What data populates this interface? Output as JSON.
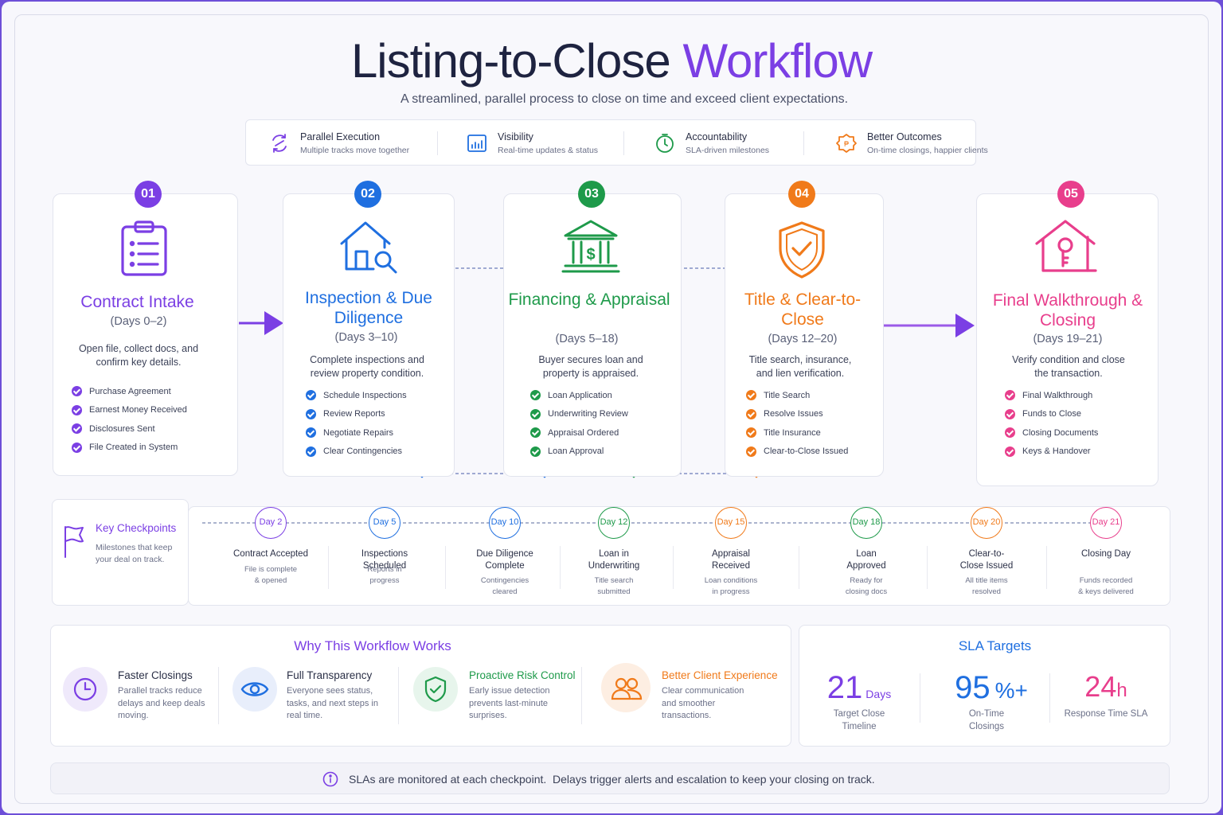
{
  "header": {
    "title_main": "Listing-to-Close ",
    "title_accent": "Workflow",
    "subtitle": "A streamlined, parallel process to close on time and exceed client expectations."
  },
  "benefits": [
    {
      "title": "Parallel Execution",
      "subtitle": "Multiple tracks move together",
      "icon": "parallel-arrows-icon"
    },
    {
      "title": "Visibility",
      "subtitle": "Real-time updates & status",
      "icon": "bar-chart-icon"
    },
    {
      "title": "Accountability",
      "subtitle": "SLA-driven milestones",
      "icon": "timer-icon"
    },
    {
      "title": "Better Outcomes",
      "subtitle": "On-time closings, happier clients",
      "icon": "badge-icon"
    }
  ],
  "stages": [
    {
      "num": "01",
      "title": "Contract Intake",
      "days": "(Days 0–2)",
      "desc": "Open file, collect docs, and confirm key details.",
      "color": "#7b3fe4",
      "icon": "clipboard-icon",
      "checks": [
        "Purchase Agreement",
        "Earnest Money Received",
        "Disclosures Sent",
        "File Created in System"
      ]
    },
    {
      "num": "02",
      "title": "Inspection & Due Diligence",
      "days": "(Days 3–10)",
      "desc": "Complete inspections and review property condition.",
      "color": "#1f6fe0",
      "icon": "house-search-icon",
      "checks": [
        "Schedule Inspections",
        "Review Reports",
        "Negotiate Repairs",
        "Clear Contingencies"
      ]
    },
    {
      "num": "03",
      "title": "Financing & Appraisal",
      "days": "(Days 5–18)",
      "desc": "Buyer secures loan and property is appraised.",
      "color": "#1e9a4a",
      "icon": "bank-icon",
      "checks": [
        "Loan Application",
        "Underwriting Review",
        "Appraisal Ordered",
        "Loan Approval"
      ]
    },
    {
      "num": "04",
      "title": "Title & Clear-to-Close",
      "days": "(Days 12–20)",
      "desc": "Title search, insurance, and lien verification.",
      "color": "#f07a1a",
      "icon": "shield-check-icon",
      "checks": [
        "Title Search",
        "Resolve Issues",
        "Title Insurance",
        "Clear-to-Close Issued"
      ]
    },
    {
      "num": "05",
      "title": "Final Walkthrough & Closing",
      "days": "(Days 19–21)",
      "desc": "Verify condition and close the transaction.",
      "color": "#e83e8c",
      "icon": "house-key-icon",
      "checks": [
        "Final Walkthrough",
        "Funds to Close",
        "Closing Documents",
        "Keys & Handover"
      ]
    }
  ],
  "checkpoints_header": {
    "title": "Key Checkpoints",
    "desc": "Milestones that keep your deal on track."
  },
  "checkpoints": [
    {
      "day": "Day 2",
      "title": "Contract Accepted",
      "desc": "File is complete & opened",
      "color": "#7b3fe4"
    },
    {
      "day": "Day 5",
      "title": "Inspections Scheduled",
      "desc": "Reports in progress",
      "color": "#1f6fe0"
    },
    {
      "day": "Day 10",
      "title": "Due Diligence Complete",
      "desc": "Contingencies cleared",
      "color": "#1f6fe0"
    },
    {
      "day": "Day 12",
      "title": "Loan in Underwriting",
      "desc": "Title search submitted",
      "color": "#1e9a4a"
    },
    {
      "day": "Day 15",
      "title": "Appraisal Received",
      "desc": "Loan conditions in progress",
      "color": "#f07a1a"
    },
    {
      "day": "Day 18",
      "title": "Loan Approved",
      "desc": "Ready for closing docs",
      "color": "#1e9a4a"
    },
    {
      "day": "Day 20",
      "title": "Clear-to-Close Issued",
      "desc": "All title items resolved",
      "color": "#f07a1a"
    },
    {
      "day": "Day 21",
      "title": "Closing Day",
      "desc": "Funds recorded & keys delivered",
      "color": "#e83e8c"
    }
  ],
  "why": {
    "title": "Why This Workflow Works",
    "items": [
      {
        "title": "Faster Closings",
        "desc": "Parallel tracks reduce delays and keep deals moving.",
        "color": "#7b3fe4",
        "icon": "clock-icon"
      },
      {
        "title": "Full Transparency",
        "desc": "Everyone sees status, tasks, and next steps in real time.",
        "color": "#1f6fe0",
        "icon": "eye-icon"
      },
      {
        "title": "Proactive Risk Control",
        "desc": "Early issue detection prevents last-minute surprises.",
        "color": "#1e9a4a",
        "icon": "shield-icon"
      },
      {
        "title": "Better Client Experience",
        "desc": "Clear communication and smoother transactions.",
        "color": "#f07a1a",
        "icon": "people-icon"
      }
    ]
  },
  "sla": {
    "title": "SLA Targets",
    "items": [
      {
        "value": "21",
        "unit": "Days",
        "label": "Target Close Timeline",
        "color": "#7b3fe4"
      },
      {
        "value": "95",
        "unit": "%+",
        "label": "On-Time Closings",
        "color": "#1f6fe0"
      },
      {
        "value": "24",
        "unit": "h",
        "label": "Response Time SLA",
        "color": "#e83e8c"
      }
    ]
  },
  "footer": {
    "text": "SLAs are monitored at each checkpoint.  Delays trigger alerts and escalation to keep your closing on track.",
    "icon": "info-icon"
  }
}
